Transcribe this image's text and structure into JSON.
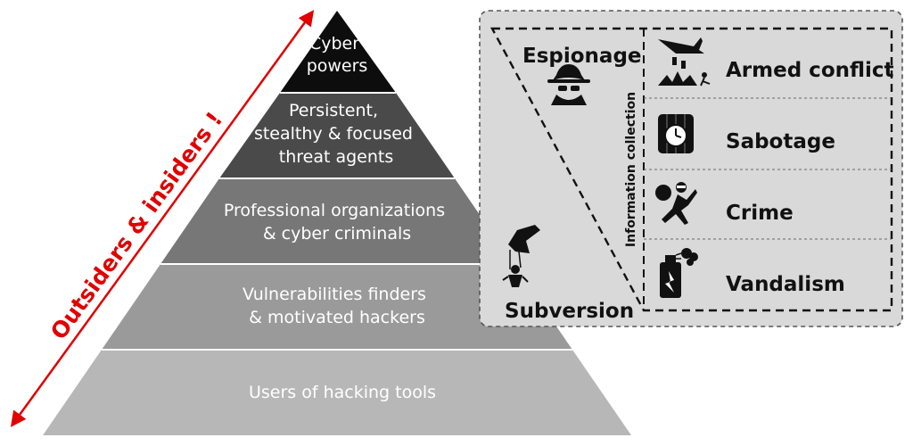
{
  "pyramid": {
    "tiers": [
      {
        "lines": [
          "Cyber",
          "powers"
        ],
        "color": "#0d0d0d"
      },
      {
        "lines": [
          "Persistent,",
          "stealthy & focused",
          "threat agents"
        ],
        "color": "#4a4a4a"
      },
      {
        "lines": [
          "Professional organizations",
          "& cyber criminals"
        ],
        "color": "#777777"
      },
      {
        "lines": [
          "Vulnerabilities finders",
          "& motivated hackers"
        ],
        "color": "#9a9a9a"
      },
      {
        "lines": [
          "Users of hacking tools"
        ],
        "color": "#b7b7b7"
      }
    ]
  },
  "arrow": {
    "label": "Outsiders & insiders !",
    "color": "#e00000"
  },
  "panel": {
    "espionage": "Espionage",
    "subversion": "Subversion",
    "info_collection": "Information collection",
    "categories": [
      {
        "label": "Armed conflict",
        "icon": "airstrike-icon"
      },
      {
        "label": "Sabotage",
        "icon": "time-bomb-icon"
      },
      {
        "label": "Crime",
        "icon": "thief-icon"
      },
      {
        "label": "Vandalism",
        "icon": "spray-can-icon"
      }
    ]
  }
}
